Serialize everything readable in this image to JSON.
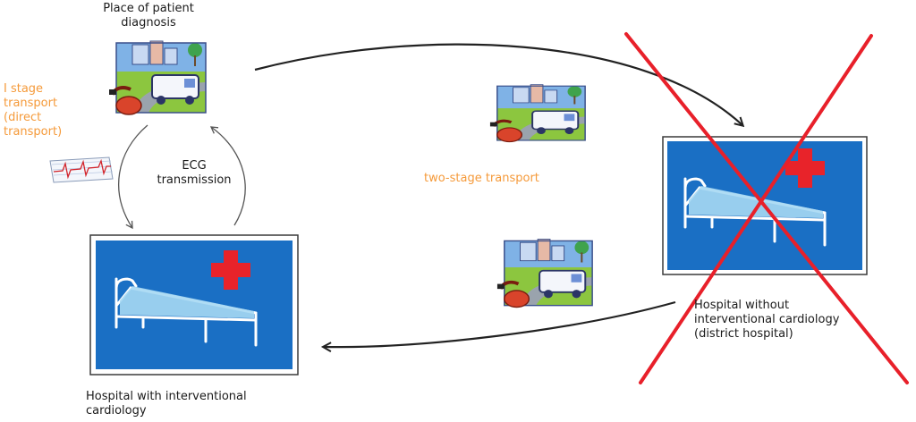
{
  "labels": {
    "place_of_diagnosis": "Place of patient diagnosis",
    "stage_one": "I stage transport (direct transport)",
    "ecg": "ECG transmission",
    "two_stage": "two-stage transport",
    "hospital_pci": "Hospital with interventional cardiology",
    "hospital_district": "Hospital without interventional cardiology (district hospital)"
  },
  "colors": {
    "sign_blue": "#1a6fc4",
    "cross_red": "#e8232a",
    "reject_red": "#e8202a",
    "orange_text": "#f59a3a"
  },
  "icons": {
    "ambulance": "ambulance-scene-icon",
    "ecg": "ecg-strip-icon",
    "hospital": "hospital-sign-icon"
  }
}
